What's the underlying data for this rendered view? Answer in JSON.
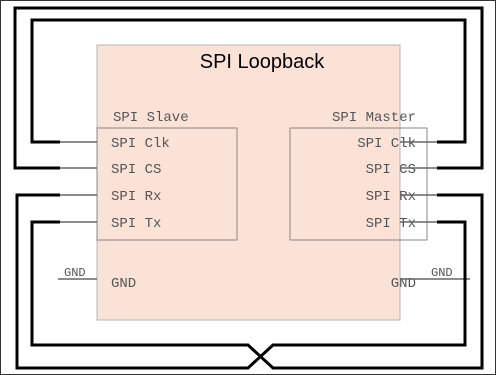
{
  "title": "SPI Loopback",
  "slave": {
    "heading": "SPI Slave",
    "pins": [
      "SPI Clk",
      "SPI CS",
      "SPI Rx",
      "SPI Tx"
    ],
    "gnd_pin": "GND",
    "gnd_label": "GND"
  },
  "master": {
    "heading": "SPI Master",
    "pins": [
      "SPI Clk",
      "SPI CS",
      "SPI Rx",
      "SPI Tx"
    ],
    "gnd_pin": "GND",
    "gnd_label": "GND"
  },
  "colors": {
    "block_fill": "#fbe2d7",
    "block_stroke": "#b5b5b5",
    "wire": "#000000"
  }
}
